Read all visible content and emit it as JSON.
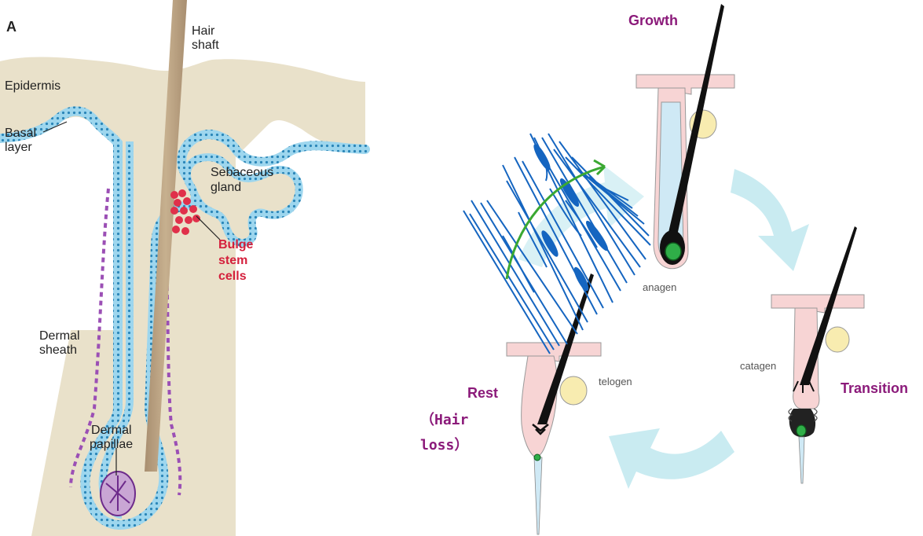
{
  "panel_a": {
    "panel_letter": "A",
    "labels": {
      "hair_shaft_line1": "Hair",
      "hair_shaft_line2": "shaft",
      "epidermis": "Epidermis",
      "basal_line1": "Basal",
      "basal_line2": "layer",
      "sebaceous_line1": "Sebaceous",
      "sebaceous_line2": "gland",
      "bulge_line1": "Bulge",
      "bulge_line2": "stem",
      "bulge_line3": "cells",
      "dermal_sheath_line1": "Dermal",
      "dermal_sheath_line2": "sheath",
      "dermal_papillae_line1": "Dermal",
      "dermal_papillae_line2": "papillae"
    }
  },
  "hair_cycle": {
    "phases": {
      "growth_title": "Growth",
      "anagen": "anagen",
      "transition_title": "Transition",
      "catagen": "catagen",
      "rest_title": "Rest",
      "hair_loss_line1": "（Hair",
      "hair_loss_line2": "loss）",
      "telogen": "telogen"
    }
  },
  "colors": {
    "skin": "#e9e1ca",
    "basal": "#4aa9d6",
    "bulge": "#e0304a",
    "accent_purple": "#8b1a7a",
    "follicle_pink": "#f7d4d4",
    "gland_yellow": "#f8ecb0",
    "arrow_cyan": "#bfe8ef",
    "scribble_blue": "#1565c0",
    "arc_green": "#3aa832"
  }
}
